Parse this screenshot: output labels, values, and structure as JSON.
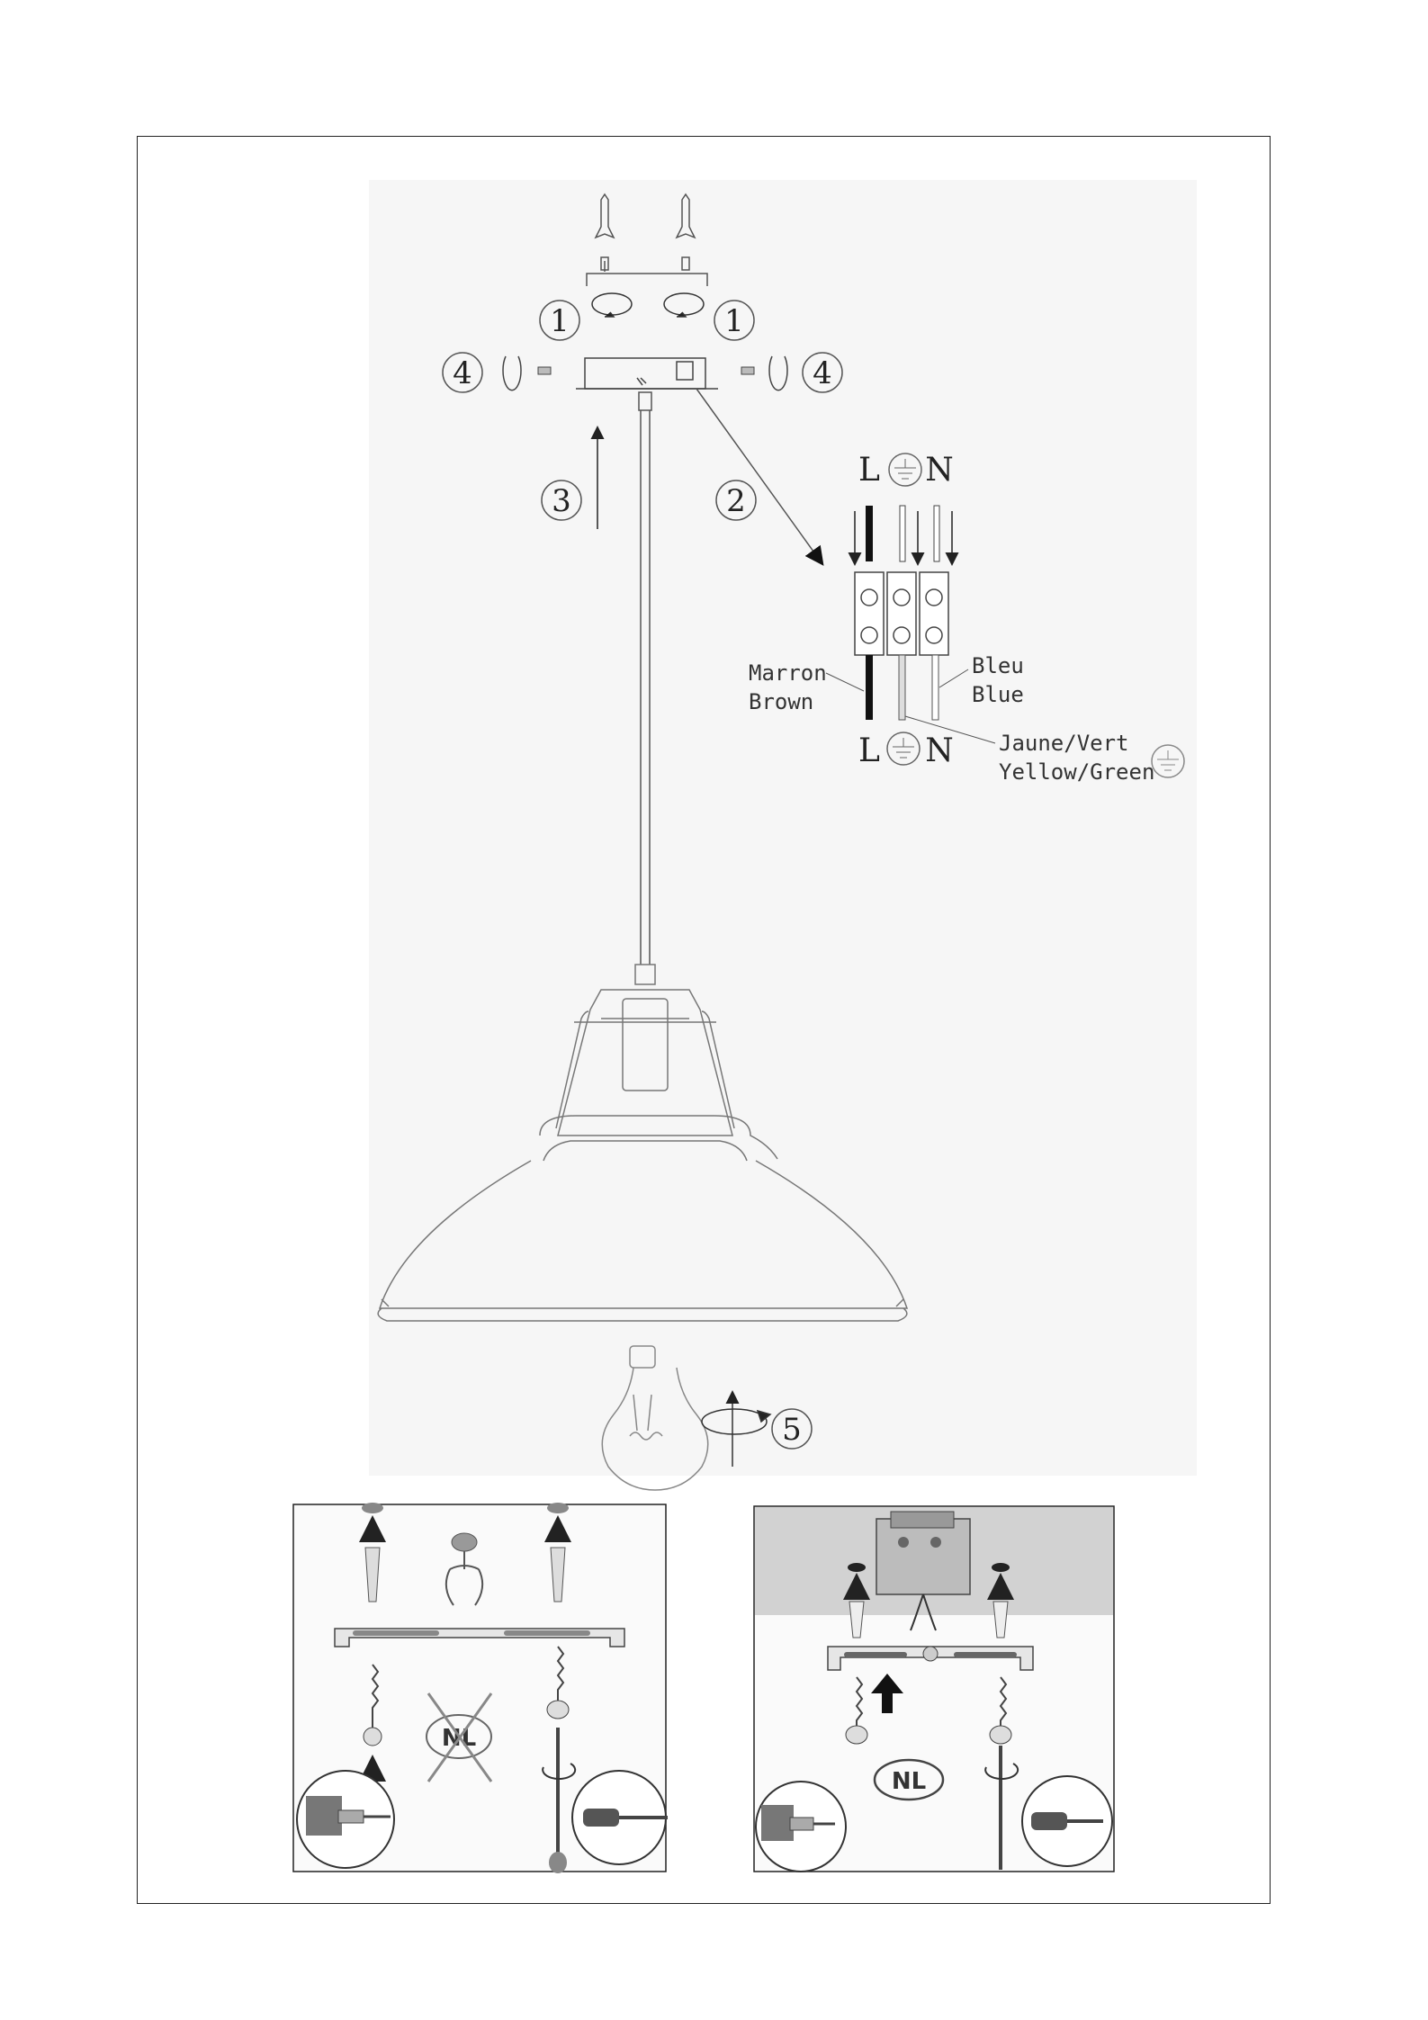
{
  "steps": {
    "s1_left": "1",
    "s1_right": "1",
    "s2": "2",
    "s3": "3",
    "s4_left": "4",
    "s4_right": "4",
    "s5": "5"
  },
  "wiring": {
    "top_L": "L",
    "top_N": "N",
    "bottom_L": "L",
    "bottom_N": "N",
    "brown_fr": "Marron",
    "brown_en": "Brown",
    "blue_fr": "Bleu",
    "blue_en": "Blue",
    "earth_fr": "Jaune/Vert",
    "earth_en": "Yellow/Green"
  },
  "panels": {
    "left_mark": "NL",
    "right_mark": "NL"
  }
}
